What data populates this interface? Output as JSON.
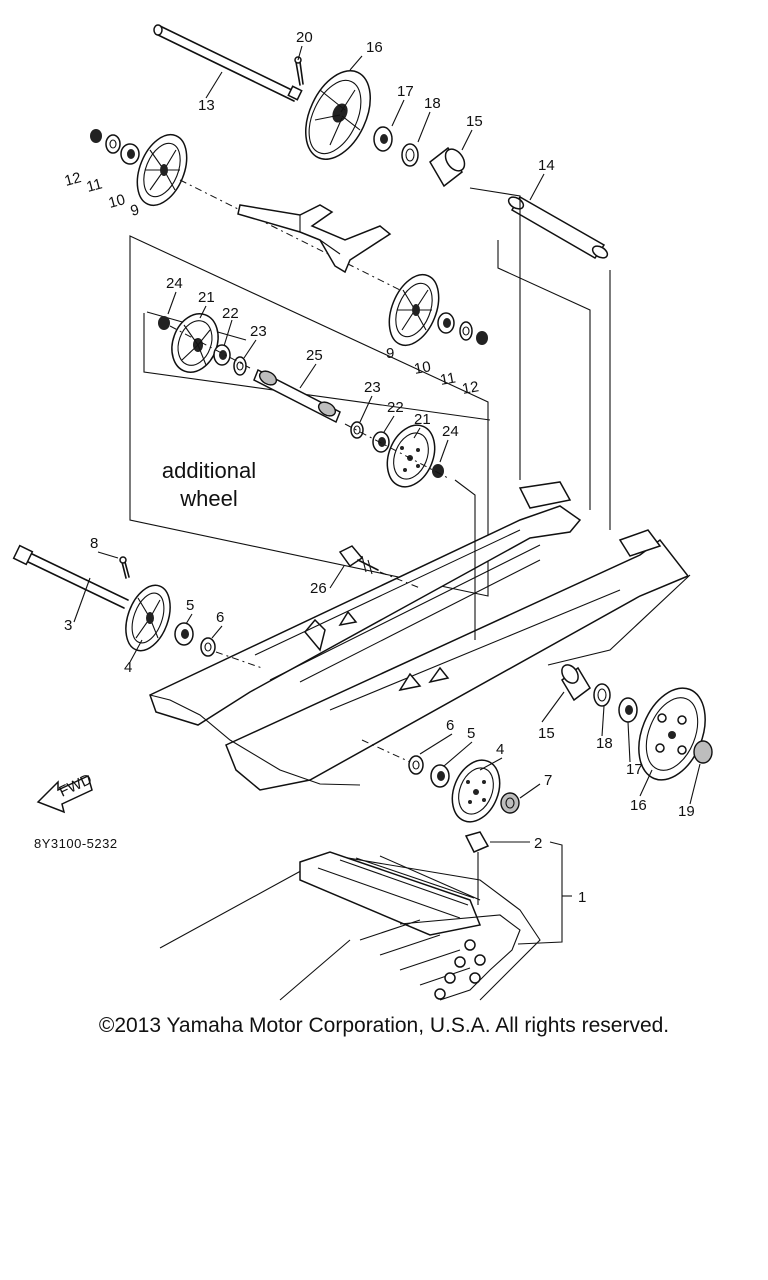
{
  "diagram": {
    "callouts": [
      {
        "id": "c20",
        "text": "20"
      },
      {
        "id": "c16a",
        "text": "16"
      },
      {
        "id": "c13",
        "text": "13"
      },
      {
        "id": "c17a",
        "text": "17"
      },
      {
        "id": "c18a",
        "text": "18"
      },
      {
        "id": "c15a",
        "text": "15"
      },
      {
        "id": "c12a",
        "text": "12"
      },
      {
        "id": "c11a",
        "text": "11"
      },
      {
        "id": "c10a",
        "text": "10"
      },
      {
        "id": "c9a",
        "text": "9"
      },
      {
        "id": "c14",
        "text": "14"
      },
      {
        "id": "c24a",
        "text": "24"
      },
      {
        "id": "c21a",
        "text": "21"
      },
      {
        "id": "c22a",
        "text": "22"
      },
      {
        "id": "c23a",
        "text": "23"
      },
      {
        "id": "c9b",
        "text": "9"
      },
      {
        "id": "c10b",
        "text": "10"
      },
      {
        "id": "c11b",
        "text": "11"
      },
      {
        "id": "c12b",
        "text": "12"
      },
      {
        "id": "c25",
        "text": "25"
      },
      {
        "id": "c23b",
        "text": "23"
      },
      {
        "id": "c22b",
        "text": "22"
      },
      {
        "id": "c21b",
        "text": "21"
      },
      {
        "id": "c24b",
        "text": "24"
      },
      {
        "id": "c8",
        "text": "8"
      },
      {
        "id": "c3",
        "text": "3"
      },
      {
        "id": "c5a",
        "text": "5"
      },
      {
        "id": "c6a",
        "text": "6"
      },
      {
        "id": "c4a",
        "text": "4"
      },
      {
        "id": "c26",
        "text": "26"
      },
      {
        "id": "c6b",
        "text": "6"
      },
      {
        "id": "c5b",
        "text": "5"
      },
      {
        "id": "c4b",
        "text": "4"
      },
      {
        "id": "c7",
        "text": "7"
      },
      {
        "id": "c15b",
        "text": "15"
      },
      {
        "id": "c18b",
        "text": "18"
      },
      {
        "id": "c17b",
        "text": "17"
      },
      {
        "id": "c16b",
        "text": "16"
      },
      {
        "id": "c19",
        "text": "19"
      },
      {
        "id": "c2",
        "text": "2"
      },
      {
        "id": "c1",
        "text": "1"
      }
    ],
    "additional_label_line1": "additional",
    "additional_label_line2": "wheel",
    "fwd_label": "FWD",
    "diagram_code": "8Y3100-5232"
  },
  "footer": {
    "copyright": "©2013 Yamaha Motor Corporation, U.S.A. All rights reserved."
  }
}
